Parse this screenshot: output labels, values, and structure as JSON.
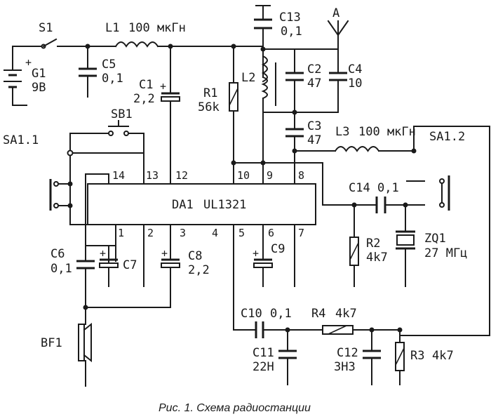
{
  "caption": "Рис. 1. Схема радиостанции",
  "ic": {
    "ref": "DA1",
    "part": "UL1321",
    "pins_top": [
      "14",
      "13",
      "12",
      "10",
      "9",
      "8"
    ],
    "pins_bottom": [
      "1",
      "2",
      "3",
      "4",
      "5",
      "6",
      "7"
    ]
  },
  "components": {
    "s1": "S1",
    "g1": "G1",
    "g1_value": "9В",
    "g1_plus": "+",
    "l1": "L1",
    "l1_value": "100 мкГн",
    "c5": "C5",
    "c5_value": "0,1",
    "c1": "C1",
    "c1_value": "2,2",
    "c1_plus": "+",
    "r1": "R1",
    "r1_value": "56k",
    "l2": "L2",
    "c13": "C13",
    "c13_value": "0,1",
    "c2": "C2",
    "c2_value": "47",
    "c4": "C4",
    "c4_value": "10",
    "antenna": "A",
    "c3": "C3",
    "c3_value": "47",
    "l3": "L3",
    "l3_value": "100 мкГн",
    "sa12": "SA1.2",
    "sa11": "SA1.1",
    "sb1": "SB1",
    "c14": "C14",
    "c14_value": "0,1",
    "r2": "R2",
    "r2_value": "4k7",
    "zq1": "ZQ1",
    "zq1_value": "27 МГц",
    "c6": "C6",
    "c6_value": "0,1",
    "c7": "C7",
    "c7_plus": "+",
    "c8": "C8",
    "c8_value": "2,2",
    "c8_plus": "+",
    "c9": "C9",
    "c9_plus": "+",
    "c10": "C10",
    "c10_value": "0,1",
    "r4": "R4",
    "r4_value": "4k7",
    "c11": "C11",
    "c11_value": "22Н",
    "c12": "C12",
    "c12_value": "3Н3",
    "r3": "R3",
    "r3_value": "4k7",
    "bf1": "BF1"
  }
}
